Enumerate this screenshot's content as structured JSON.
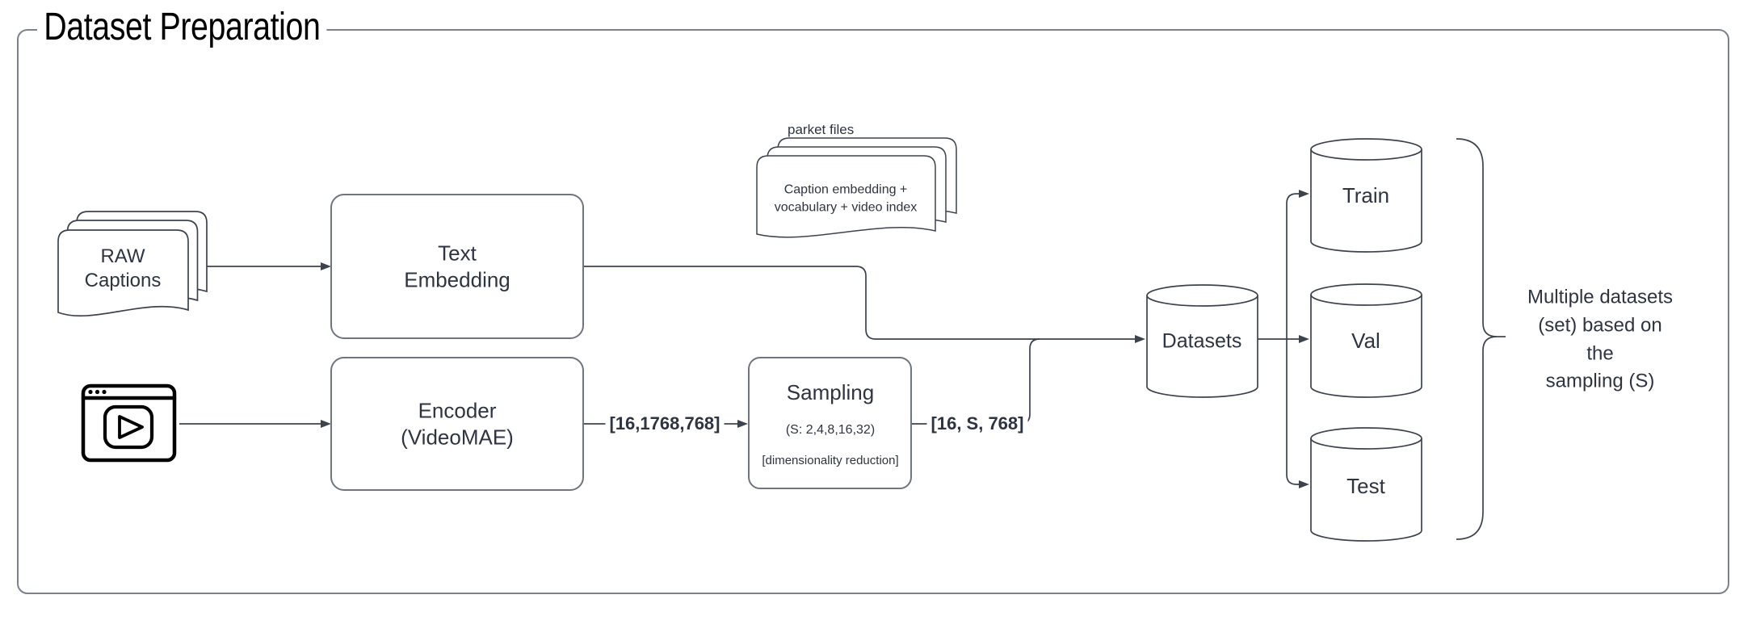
{
  "title": "Dataset Preparation",
  "nodes": {
    "raw_captions": {
      "label": "RAW\nCaptions"
    },
    "video_input": {
      "icon": "video-player"
    },
    "text_embedding": {
      "label": "Text\nEmbedding"
    },
    "encoder": {
      "label": "Encoder\n(VideoMAE)"
    },
    "sampling": {
      "title": "Sampling",
      "subtitle": "(S: 2,4,8,16,32)",
      "note": "[dimensionality reduction]"
    },
    "parquet_stack": {
      "caption": "parket files",
      "label": "Caption embedding +\nvocabulary + video index"
    },
    "datasets": {
      "label": "Datasets"
    },
    "train": {
      "label": "Train"
    },
    "val": {
      "label": "Val"
    },
    "test": {
      "label": "Test"
    }
  },
  "edge_labels": {
    "encoder_to_sampling": "[16,1768,768]",
    "sampling_to_datasets": "[16, S, 768]"
  },
  "annotations": {
    "bracket_note": "Multiple datasets\n(set) based on the\nsampling (S)"
  },
  "colors": {
    "ink": "#3d434d",
    "box_stroke": "#70747c",
    "frame_stroke": "#7d828a",
    "text": "#2e3440",
    "title": "#000000",
    "icon": "#000000",
    "background": "#ffffff"
  }
}
